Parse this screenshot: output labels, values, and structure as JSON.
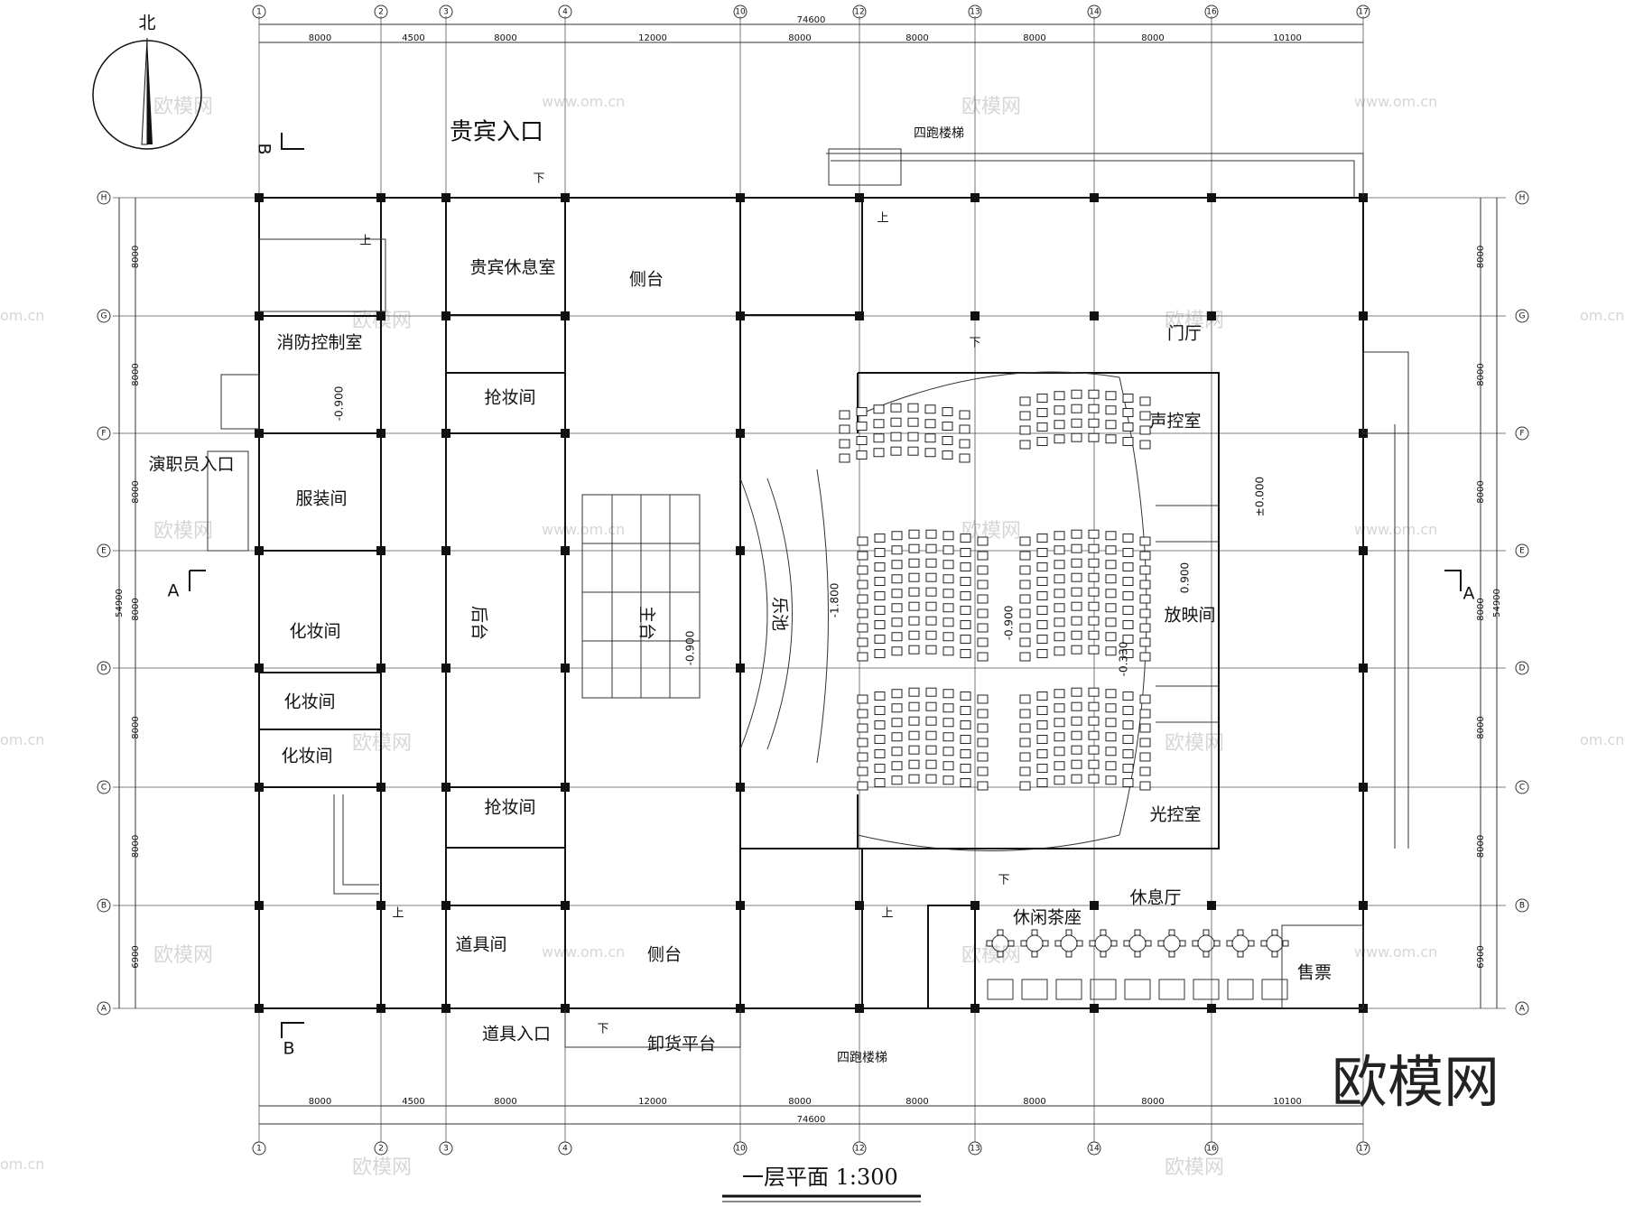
{
  "north_label": "北",
  "title": "一层平面 1:300",
  "watermark_big": "欧模网",
  "watermark_small": "欧模网",
  "watermark_url": "www.om.cn",
  "watermark_url_short": "om.cn",
  "section_marks": {
    "a": "A",
    "b": "B"
  },
  "rooms": {
    "vip_entrance": "贵宾入口",
    "vip_lounge": "贵宾休息室",
    "side_stage_n": "侧台",
    "side_stage_s": "侧台",
    "fire_control": "消防控制室",
    "staff_entrance": "演职员入口",
    "costume": "服装间",
    "makeup_1": "化妆间",
    "makeup_2": "化妆间",
    "makeup_3": "化妆间",
    "quick_change_n": "抢妆间",
    "quick_change_s": "抢妆间",
    "backstage": "后台",
    "main_stage": "主台",
    "orchestra_pit": "乐池",
    "props": "道具间",
    "props_entrance": "道具入口",
    "loading": "卸货平台",
    "stair_n": "四跑楼梯",
    "stair_s": "四跑楼梯",
    "lobby": "门厅",
    "sound_control": "声控室",
    "projection": "放映间",
    "light_control": "光控室",
    "lounge_hall": "休息厅",
    "tea_seating": "休闲茶座",
    "ticket": "售票",
    "up": "上",
    "down": "下"
  },
  "levels": {
    "stage": "-0.900",
    "pit": "-1.800",
    "lobby": "±0.000",
    "fire": "-0.900",
    "hall_low": "-0.900",
    "proj": "0.900",
    "hall_mid": "-0.330"
  },
  "axes": {
    "columns": [
      "1",
      "2",
      "3",
      "4",
      "10",
      "12",
      "13",
      "14",
      "16",
      "17"
    ],
    "rows": [
      "H",
      "G",
      "F",
      "E",
      "D",
      "C",
      "B",
      "A"
    ]
  },
  "dimensions": {
    "total_width": "74600",
    "bays_x": [
      "8000",
      "4500",
      "8000",
      "12000",
      "8000",
      "8000",
      "8000",
      "8000",
      "10100"
    ],
    "total_depth": "54900",
    "bays_y": [
      "8000",
      "8000",
      "8000",
      "8000",
      "8000",
      "8000",
      "6900"
    ]
  }
}
